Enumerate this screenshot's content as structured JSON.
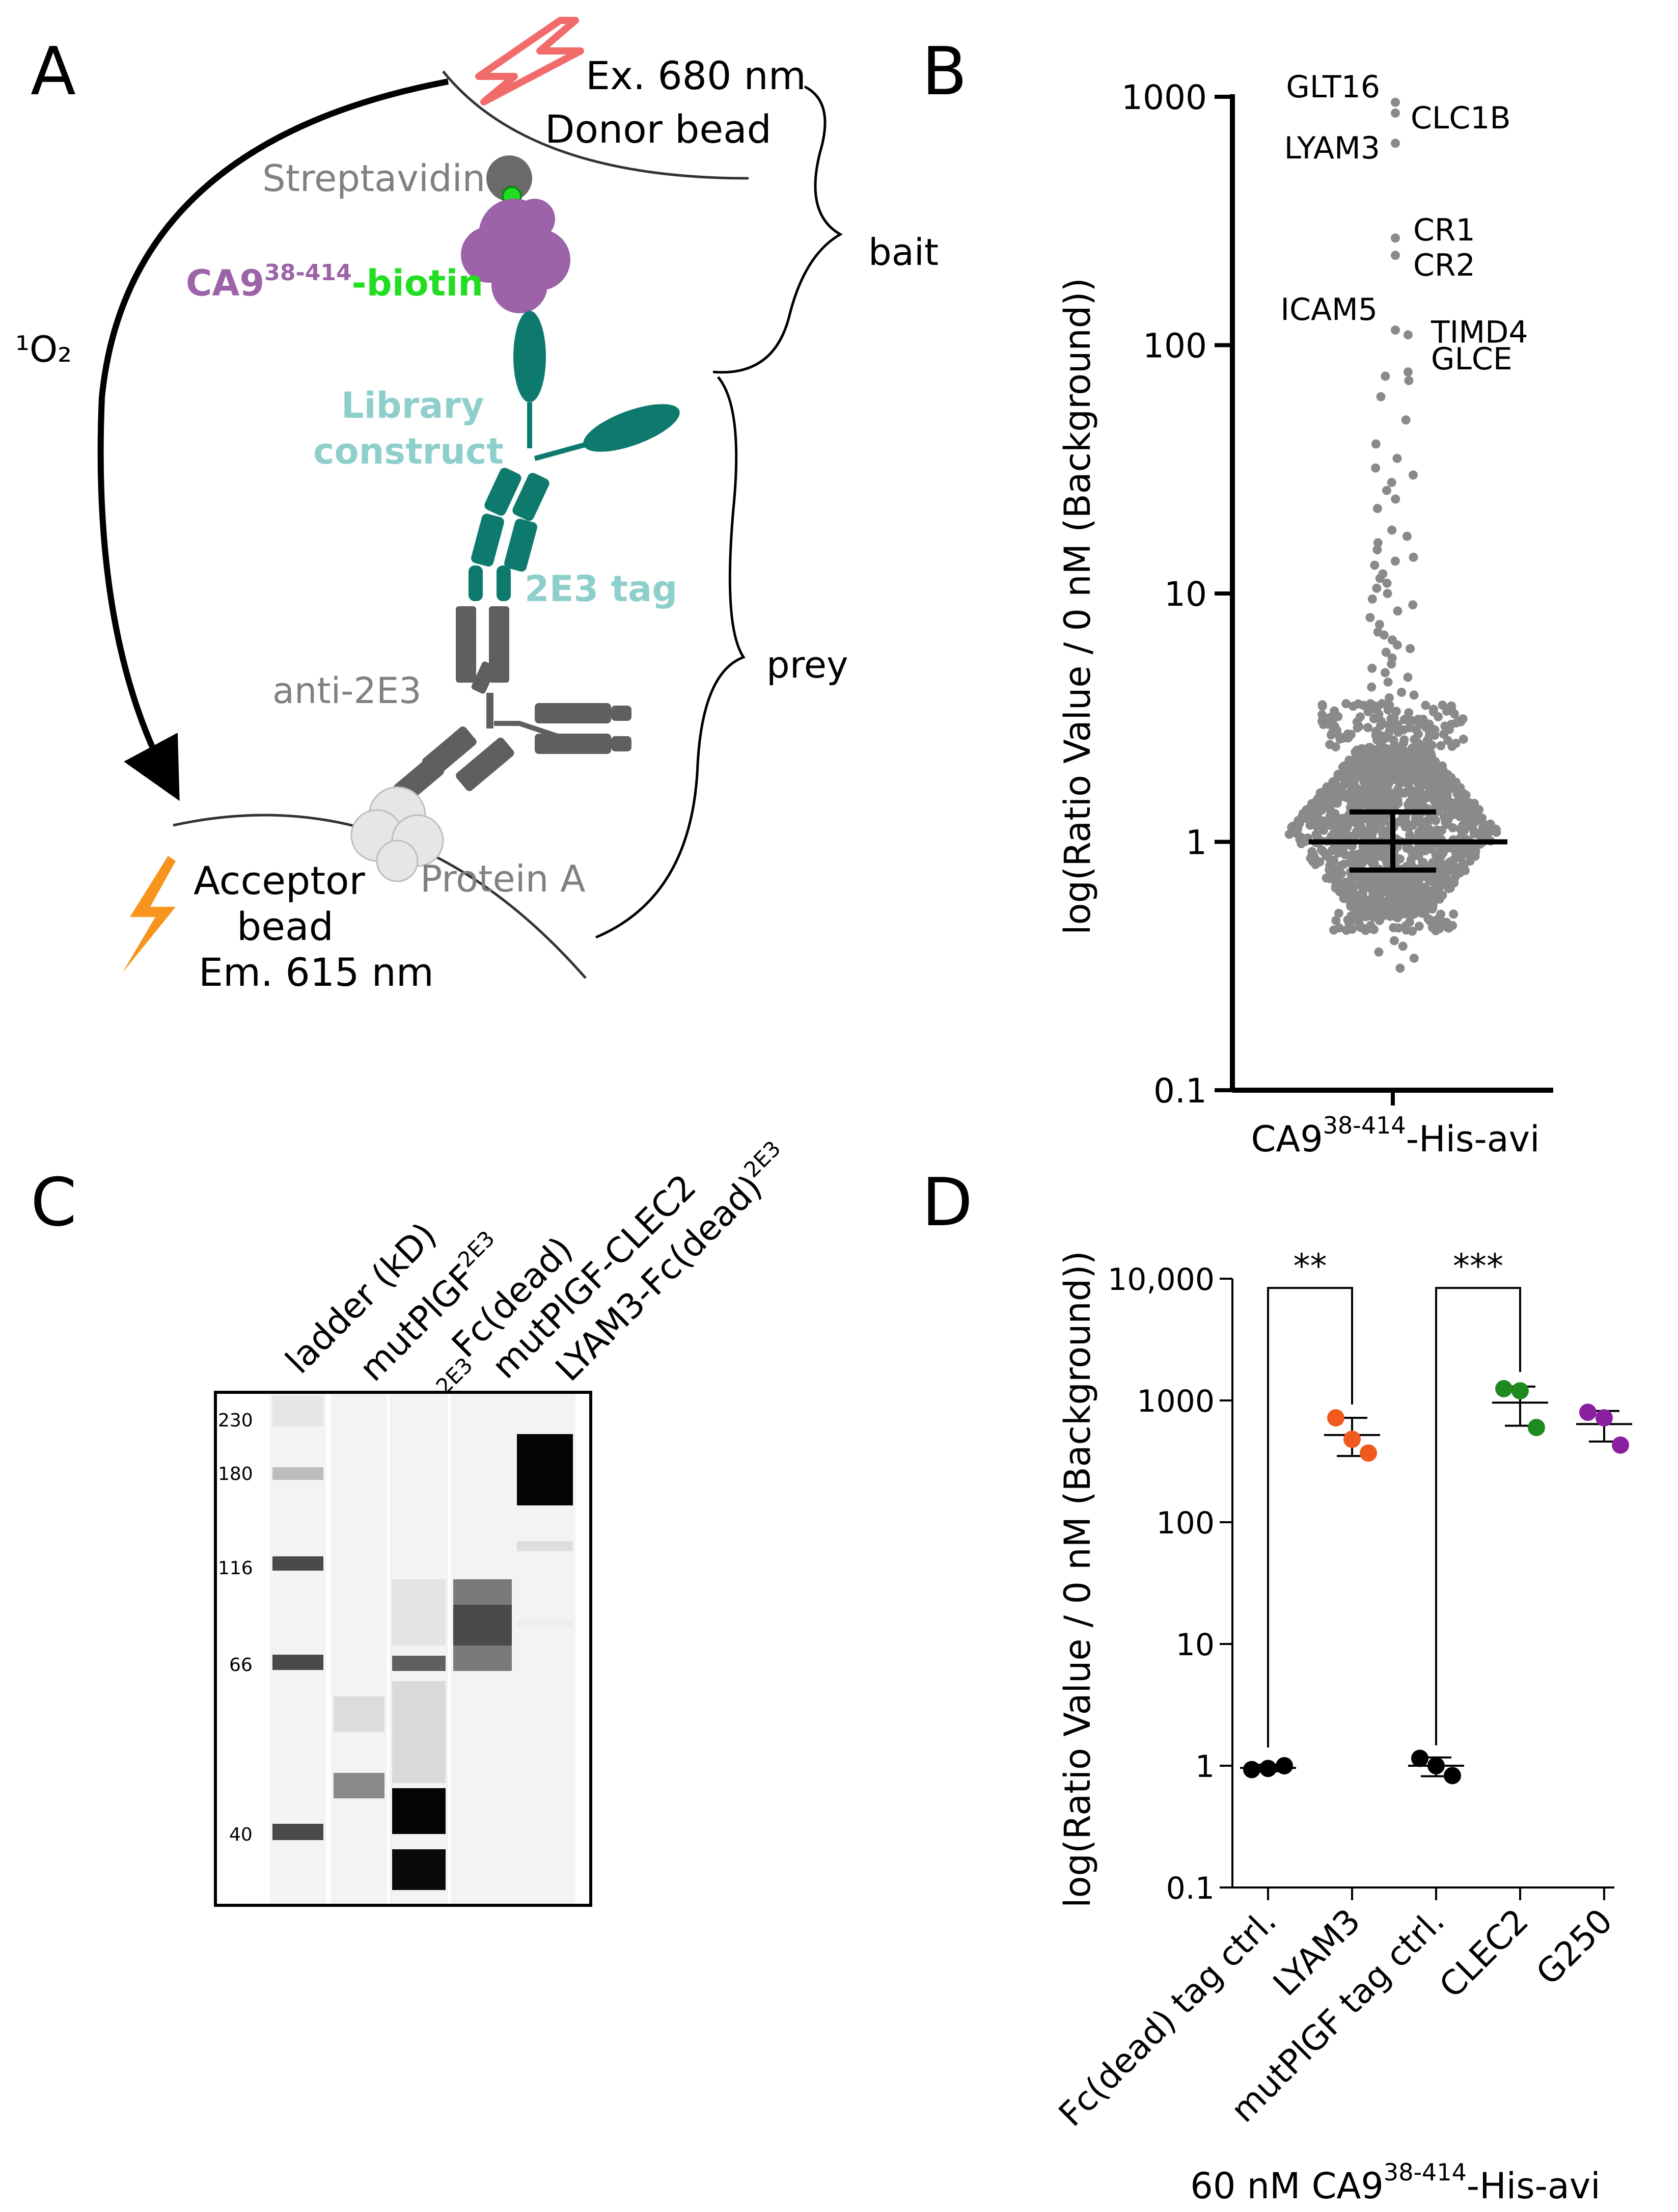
{
  "panels": {
    "a": "A",
    "b": "B",
    "c": "C",
    "d": "D"
  },
  "panel_a": {
    "ex_label": "Ex. 680 nm",
    "donor_label": "Donor bead",
    "streptavidin": "Streptavidin",
    "ca9_main": "CA9",
    "ca9_sup": "38-414",
    "ca9_suffix": "-biotin",
    "library_line1": "Library",
    "library_line2": "construct",
    "tag_2e3": "2E3 tag",
    "anti_2e3": "anti-2E3",
    "protein_a": "Protein A",
    "acceptor_line1": "Acceptor",
    "acceptor_line2": "bead",
    "acceptor_line3": "Em. 615 nm",
    "bait": "bait",
    "prey": "prey",
    "singlet_oxygen": "¹O₂",
    "colors": {
      "teal": "#0e7a6e",
      "teal_label": "#8ecfcc",
      "purple": "#9c63a8",
      "green": "#22dd22",
      "gray": "#5f5f5f",
      "gray_label": "#808080",
      "red": "#f26b6b",
      "orange": "#f7941d"
    }
  },
  "chart_data": [
    {
      "panel": "B",
      "type": "scatter",
      "yscale": "log",
      "ylim": [
        0.1,
        1000
      ],
      "yticks": [
        "0.1",
        "1",
        "10",
        "100",
        "1000"
      ],
      "ylabel": "log(Ratio Value / 0 nM (Background))",
      "xlabel_main": "CA9",
      "xlabel_sup": "38-414",
      "xlabel_suffix": "-His-avi",
      "median": 1.0,
      "error": [
        0.77,
        1.32
      ],
      "point_color": "#8a8a8a",
      "annotated_points": [
        {
          "label": "GLT16",
          "y": 950
        },
        {
          "label": "CLC1B",
          "y": 860
        },
        {
          "label": "LYAM3",
          "y": 650
        },
        {
          "label": "CR1",
          "y": 270
        },
        {
          "label": "CR2",
          "y": 230
        },
        {
          "label": "ICAM5",
          "y": 115
        },
        {
          "label": "TIMD4",
          "y": 110
        },
        {
          "label": "GLCE",
          "y": 78
        }
      ],
      "outlier_points": [
        72,
        75,
        62,
        50,
        40,
        35,
        32,
        30,
        28,
        26,
        24,
        22,
        18,
        17,
        16,
        15,
        14,
        13.5,
        13,
        12,
        11.5,
        11,
        10.5,
        10,
        9.5,
        9,
        8.5,
        8,
        7.5,
        7,
        6.8,
        6.5,
        6.2,
        6,
        5.8,
        5.5,
        5.2,
        5,
        4.8,
        4.6,
        4.4,
        4.2,
        4,
        3.9,
        3.8,
        3.6,
        3.5,
        3.4,
        0.4,
        0.38,
        0.36,
        0.34,
        0.31
      ]
    },
    {
      "panel": "D",
      "type": "scatter",
      "yscale": "log",
      "ylim": [
        0.1,
        10000
      ],
      "yticks": [
        "0.1",
        "1",
        "10",
        "100",
        "1000",
        "10,000"
      ],
      "ylabel": "log(Ratio Value / 0 nM (Background))",
      "categories": [
        "Fc(dead) tag ctrl.",
        "LYAM3",
        "mutPlGF tag ctrl.",
        "CLEC2",
        "G250"
      ],
      "series": [
        {
          "category": "Fc(dead) tag ctrl.",
          "color": "#000000",
          "values": [
            0.93,
            0.95,
            1.0
          ],
          "mean": 0.96,
          "error": [
            0.9,
            1.02
          ]
        },
        {
          "category": "LYAM3",
          "color": "#f05a1e",
          "values": [
            720,
            480,
            370
          ],
          "mean": 520,
          "error": [
            350,
            720
          ]
        },
        {
          "category": "mutPlGF tag ctrl.",
          "color": "#000000",
          "values": [
            1.15,
            1.0,
            0.83
          ],
          "mean": 1.0,
          "error": [
            0.82,
            1.17
          ]
        },
        {
          "category": "CLEC2",
          "color": "#1f8a1f",
          "values": [
            1250,
            1200,
            600
          ],
          "mean": 960,
          "error": [
            620,
            1300
          ]
        },
        {
          "category": "G250",
          "color": "#8a1fa0",
          "values": [
            800,
            720,
            430
          ],
          "mean": 640,
          "error": [
            460,
            820
          ]
        }
      ],
      "significance": [
        {
          "from": 0,
          "to": 1,
          "label": "**",
          "y": 8400
        },
        {
          "from": 2,
          "to": 3,
          "label": "***",
          "y": 8400
        }
      ],
      "xlabel_main": "60 nM CA9",
      "xlabel_sup": "38-414",
      "xlabel_suffix": "-His-avi"
    }
  ],
  "gel": {
    "ladder_marks": [
      "230",
      "180",
      "116",
      "66",
      "40"
    ],
    "lane_labels": {
      "ladder": "ladder (kD)",
      "mutplgf": "mutPlGF",
      "mutplgf_sup": "2E3",
      "fc_pre": "2E3",
      "fc_main": "Fc(dead)",
      "clec2": "mutPlGF-CLEC2",
      "lyam3": "LYAM3-Fc(dead)",
      "lyam3_sup": "2E3"
    }
  }
}
